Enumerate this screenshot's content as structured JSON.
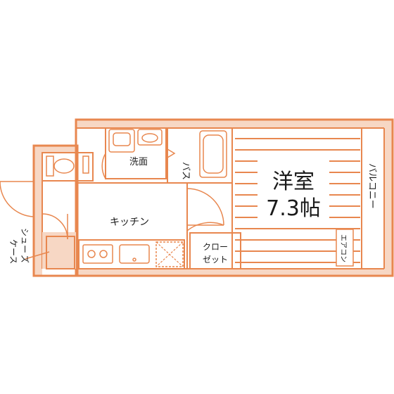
{
  "rooms": {
    "western_room_name": "洋室",
    "western_room_size": "7.3帖",
    "bath": "バス",
    "washroom": "洗面",
    "kitchen": "キッチン",
    "closet_line1": "クロー",
    "closet_line2": "ゼット",
    "aircon": "エアコン",
    "balcony": "バルコニー",
    "shoe_case_line1": "シュー",
    "shoe_case_line2": "ズ",
    "shoe_case_line3": "ケース"
  },
  "colors": {
    "wall": "#e8874f",
    "wall_fill": "#f7d7c4",
    "text": "#1a1a1a"
  }
}
